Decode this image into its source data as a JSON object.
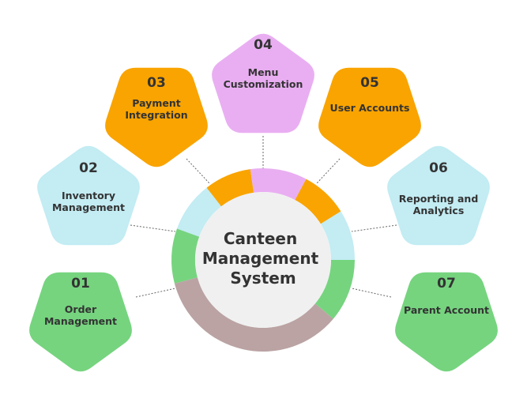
{
  "center": {
    "lines": [
      "Canteen",
      "Management",
      "System"
    ],
    "fill": "#f0f0f0"
  },
  "colors": {
    "green": "#76d47f",
    "light_blue": "#c3ecf3",
    "orange": "#f9a400",
    "purple": "#e9aef2",
    "mauve": "#bba3a3",
    "text": "#333333",
    "connector": "#666666"
  },
  "modules": [
    {
      "number": "01",
      "lines": [
        "Order",
        "Management"
      ],
      "color": "green"
    },
    {
      "number": "02",
      "lines": [
        "Inventory",
        "Management"
      ],
      "color": "light_blue"
    },
    {
      "number": "03",
      "lines": [
        "Payment",
        "Integration"
      ],
      "color": "orange"
    },
    {
      "number": "04",
      "lines": [
        "Menu",
        "Customization"
      ],
      "color": "purple"
    },
    {
      "number": "05",
      "lines": [
        "User Accounts"
      ],
      "color": "orange"
    },
    {
      "number": "06",
      "lines": [
        "Reporting and",
        "Analytics"
      ],
      "color": "light_blue"
    },
    {
      "number": "07",
      "lines": [
        "Parent Account"
      ],
      "color": "green"
    }
  ],
  "ring_segments": [
    {
      "color": "green",
      "spans": "left-lower"
    },
    {
      "color": "light_blue",
      "spans": "left-middle"
    },
    {
      "color": "orange",
      "spans": "left-upper"
    },
    {
      "color": "purple",
      "spans": "top"
    },
    {
      "color": "orange",
      "spans": "right-upper"
    },
    {
      "color": "light_blue",
      "spans": "right-middle"
    },
    {
      "color": "green",
      "spans": "right-lower"
    },
    {
      "color": "mauve",
      "spans": "bottom"
    }
  ]
}
